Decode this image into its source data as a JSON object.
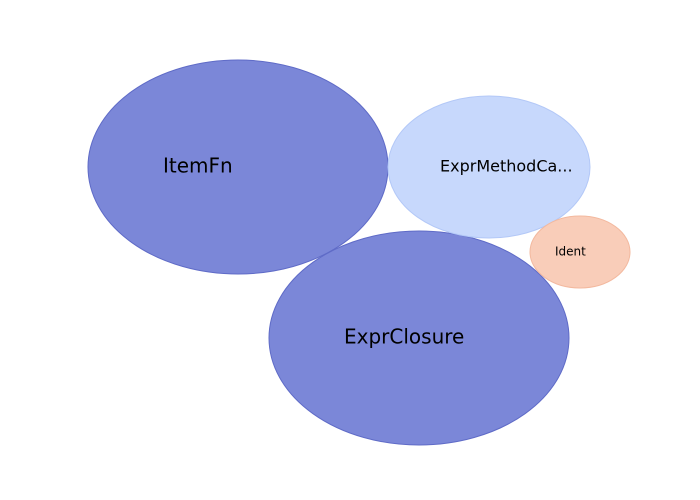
{
  "chart_data": {
    "type": "bubble",
    "title": "",
    "items": [
      {
        "label": "ItemFn",
        "value": 100,
        "color": "#7b87d8",
        "stroke": "#5f6bc7"
      },
      {
        "label": "ExprClosure",
        "value": 100,
        "color": "#7b87d8",
        "stroke": "#5f6bc7"
      },
      {
        "label": "ExprMethodCa...",
        "value": 45,
        "color": "#c7d8fc",
        "stroke": "#b3c8f7"
      },
      {
        "label": "Ident",
        "value": 11,
        "color": "#f9cdb9",
        "stroke": "#f3b99f"
      }
    ]
  }
}
